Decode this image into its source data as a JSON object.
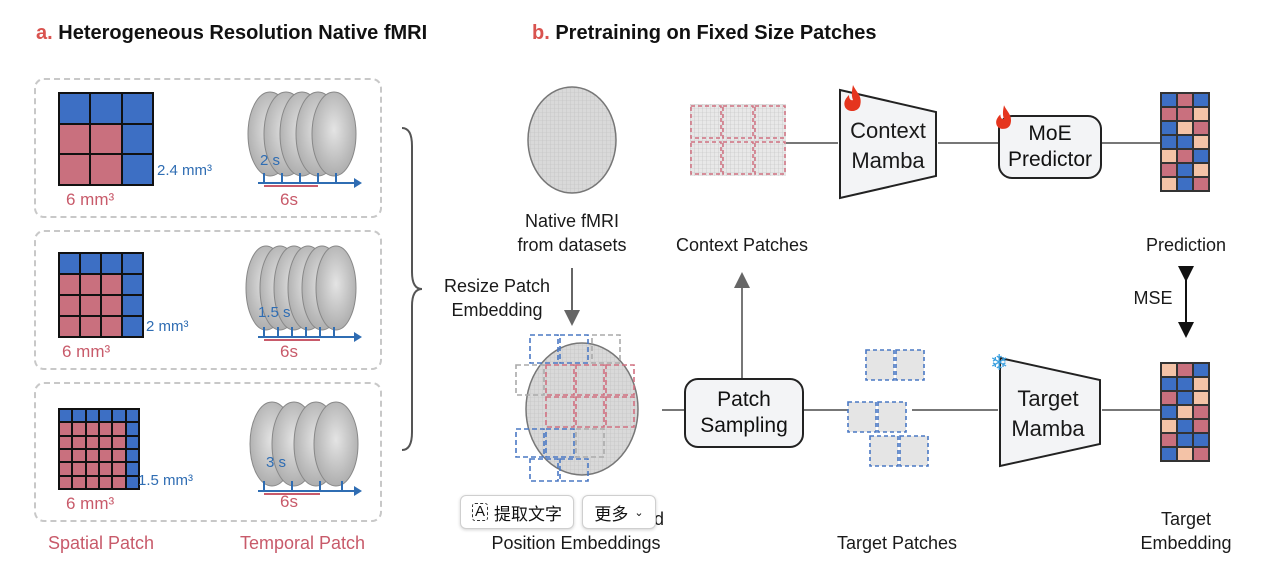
{
  "titles": {
    "a_letter": "a.",
    "a_text": "Heterogeneous Resolution Native fMRI",
    "b_letter": "b.",
    "b_text": "Pretraining on Fixed Size Patches"
  },
  "panel_a": {
    "rows": [
      {
        "tr": "2.4 mm³",
        "spatial": "6 mm³",
        "interval": "2 s",
        "window": "6s"
      },
      {
        "tr": "2 mm³",
        "spatial": "6 mm³",
        "interval": "1.5 s",
        "window": "6s"
      },
      {
        "tr": "1.5 mm³",
        "spatial": "6 mm³",
        "interval": "3 s",
        "window": "6s"
      }
    ],
    "spatial_caption": "Spatial Patch",
    "temporal_caption": "Temporal Patch"
  },
  "panel_b": {
    "native_fmri": "Native fMRI\nfrom datasets",
    "resize": "Resize Patch\nEmbedding",
    "context_patches": "Context Patches",
    "context_mamba": "Context\nMamba",
    "moe_predictor": "MoE\nPredictor",
    "prediction": "Prediction",
    "mse": "MSE",
    "patch_sampling": "Patch\nSampling",
    "target_mamba": "Target\nMamba",
    "target_embedding": "Target\nEmbedding",
    "target_patches": "Target Patches",
    "position_partial": "rld",
    "position_line2": "Position Embeddings"
  },
  "toolbar": {
    "extract_text": "提取文字",
    "more": "更多"
  },
  "colors": {
    "blue": "#3d6fc4",
    "pink": "#c9707e",
    "peach": "#f4c3a7",
    "accent_red": "#d9534f"
  },
  "icons": [
    "flame-icon",
    "snowflake-icon",
    "text-extract-icon",
    "chevron-down-icon"
  ],
  "embedding_pattern": {
    "prediction": [
      "bpb",
      "ppl",
      "blp",
      "bbl",
      "lpb",
      "pbl",
      "lbp",
      "ppb",
      "lpl"
    ],
    "target": [
      "lpb",
      "bbl",
      "pbl",
      "blp",
      "lbp",
      "pbb",
      "blp",
      "plb",
      "lpl"
    ]
  }
}
